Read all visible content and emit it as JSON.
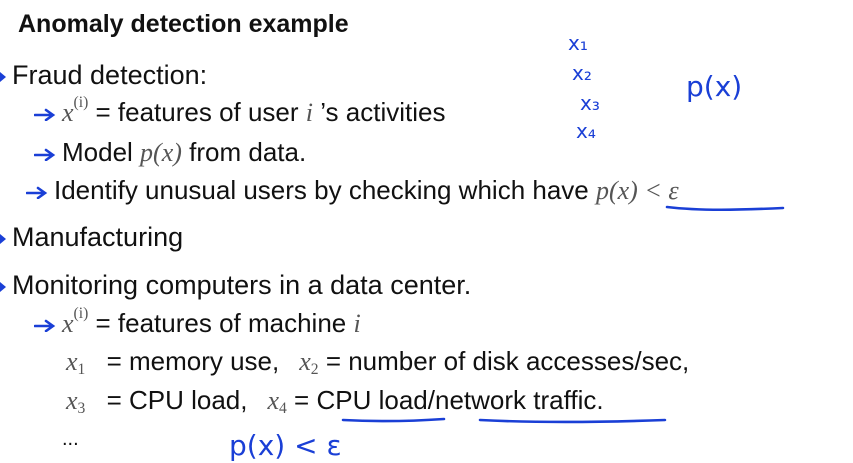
{
  "slide": {
    "title": "Anomaly detection example",
    "bullet_fraud": "Fraud detection:",
    "fraud_sub1_var": "x",
    "fraud_sub1_sup": "(i)",
    "fraud_sub1_text": " = features of user ",
    "fraud_sub1_i": "i",
    "fraud_sub1_tail": " ’s activities",
    "fraud_sub2_pre": "Model ",
    "fraud_sub2_math": "p(x)",
    "fraud_sub2_post": " from data.",
    "fraud_sub3_text": "Identify unusual users by checking which have ",
    "fraud_sub3_math": "p(x) < ε",
    "bullet_manufacturing": "Manufacturing",
    "bullet_monitoring": "Monitoring computers in a data center.",
    "mon_sub1_var": "x",
    "mon_sub1_sup": "(i)",
    "mon_sub1_text": " = features of machine ",
    "mon_sub1_i": "i",
    "mon_x1_var": "x",
    "mon_x1_sub": "1",
    "mon_x1_text": " = memory use,",
    "mon_x2_var": "x",
    "mon_x2_sub": "2",
    "mon_x2_text": " = number of disk accesses/sec,",
    "mon_x3_var": "x",
    "mon_x3_sub": "3",
    "mon_x3_text": " = CPU load,",
    "mon_x4_var": "x",
    "mon_x4_sub": "4",
    "mon_x4_eq": " = ",
    "mon_x4_part1": "CPU load",
    "mon_x4_slash": "/",
    "mon_x4_part2": "network traffic",
    "mon_x4_dot": ".",
    "ellipsis": "..."
  },
  "handwriting": {
    "x1": "x₁",
    "x2": "x₂",
    "x3": "x₃",
    "x4": "x₄",
    "px": "p(x)",
    "px_eps": "p(x) < ε"
  },
  "colors": {
    "ink": "#1a3fd6",
    "text": "#111111",
    "math": "#555555"
  }
}
